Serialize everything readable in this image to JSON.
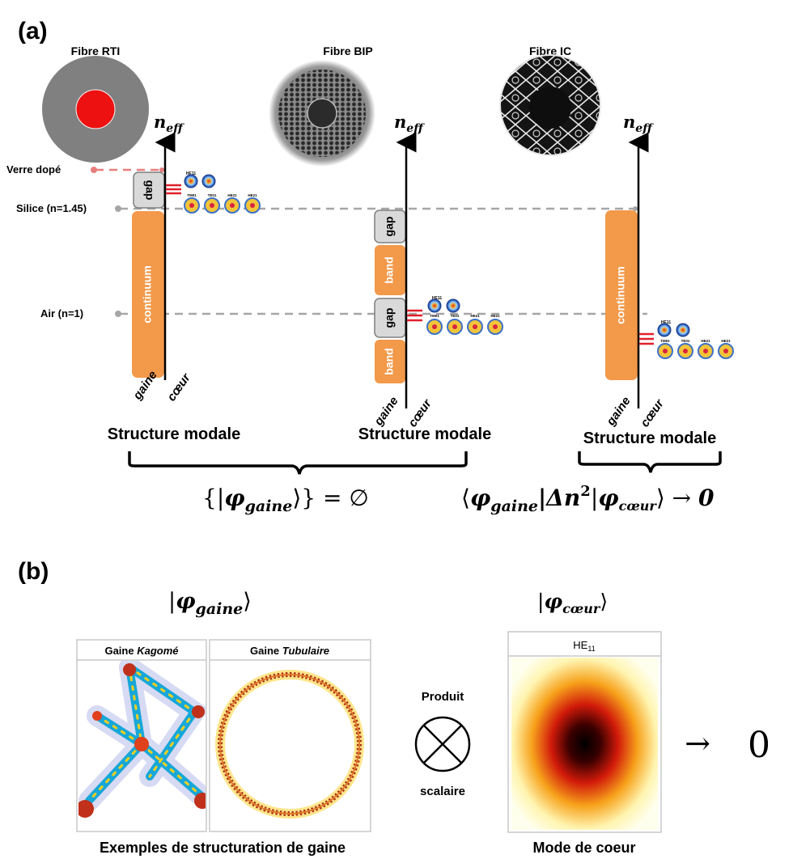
{
  "panel_a": {
    "label": "(a)",
    "fibers": [
      {
        "name": "Fibre RTI",
        "left_band": "continuum",
        "left_gap": "gap",
        "left_label": "gaine",
        "right_label": "cœur",
        "caption": "Structure modale"
      },
      {
        "name": "Fibre BIP",
        "bands": [
          "gap",
          "band",
          "gap",
          "band"
        ],
        "left_label": "gaine",
        "right_label": "cœur",
        "caption": "Structure modale"
      },
      {
        "name": "Fibre IC",
        "left_band": "continuum",
        "left_label": "gaine",
        "right_label": "cœur",
        "caption": "Structure modale"
      }
    ],
    "axis_label_main": "n",
    "axis_label_sub": "eff",
    "levels": {
      "doped": "Verre dopé",
      "silica": "Silice (n=1.45)",
      "air": "Air (n=1)"
    },
    "modes": {
      "top": "HE11",
      "row": [
        "TM01",
        "TE01",
        "HE21",
        "HE21"
      ]
    },
    "formula_left": {
      "open": "{|",
      "phi": "φ",
      "sub": "gaine",
      "close": "⟩} = ∅"
    },
    "formula_right": {
      "open": "⟨",
      "phi1": "φ",
      "sub1": "gaine",
      "mid": "|Δn",
      "sup": "2",
      "bar": "|",
      "phi2": "φ",
      "sub2": "cœur",
      "close": "⟩ → ",
      "zero": "0"
    },
    "colors": {
      "band": "#f2994a",
      "gap": "#d9d9d9",
      "mode_line": "#e0202a",
      "dashed_grey": "#a6a6a6",
      "dashed_red": "#e87d7d"
    }
  },
  "panel_b": {
    "label": "(b)",
    "ket_gaine": {
      "open": "|",
      "phi": "φ",
      "sub": "gaine",
      "close": "⟩"
    },
    "ket_coeur": {
      "open": "|",
      "phi": "φ",
      "sub": "cœur",
      "close": "⟩"
    },
    "box_kagome": {
      "prefix": "Gaine ",
      "italic": "Kagomé"
    },
    "box_tubular": {
      "prefix": "Gaine ",
      "italic": "Tubulaire"
    },
    "box_mode": {
      "main": "HE",
      "sub": "11"
    },
    "product_top": "Produit",
    "product_bottom": "scalaire",
    "arrow": "→",
    "zero": "0",
    "caption_left": "Exemples de structuration de gaine",
    "caption_right": "Mode de coeur"
  }
}
